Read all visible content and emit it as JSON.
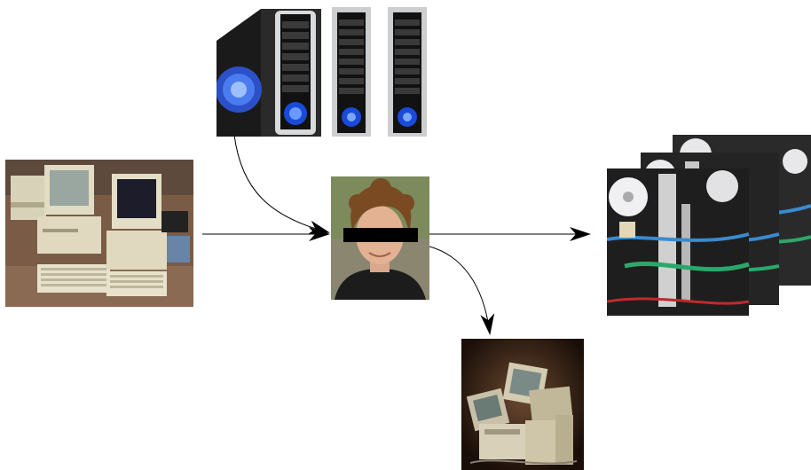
{
  "diagram": {
    "nodes": [
      {
        "id": "server-towers",
        "icon": "server-towers-image"
      },
      {
        "id": "old-computers",
        "icon": "old-computers-image"
      },
      {
        "id": "person",
        "icon": "person-photo-censored"
      },
      {
        "id": "computer-cluster",
        "icon": "computer-cluster-image"
      },
      {
        "id": "computer-junk-pile",
        "icon": "computer-junk-pile-image"
      }
    ],
    "edges": [
      {
        "from": "server-towers",
        "to": "person"
      },
      {
        "from": "old-computers",
        "to": "person"
      },
      {
        "from": "person",
        "to": "computer-cluster"
      },
      {
        "from": "person",
        "to": "computer-junk-pile"
      }
    ]
  }
}
